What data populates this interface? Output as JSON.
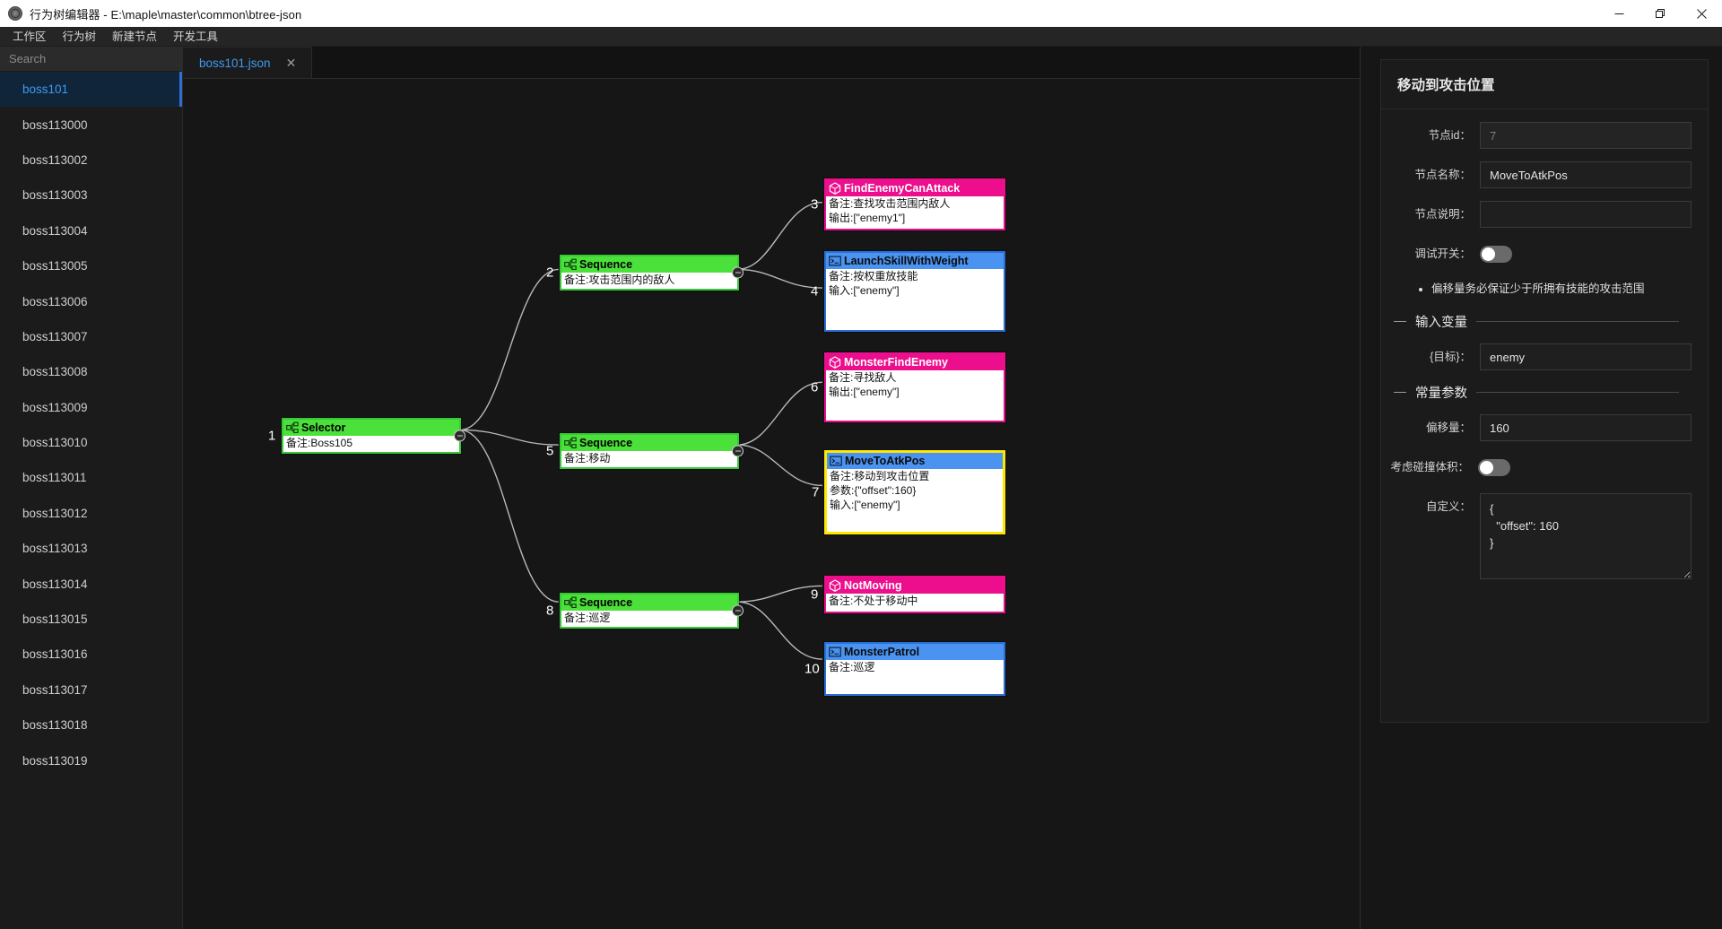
{
  "window": {
    "title": "行为树编辑器 - E:\\maple\\master\\common\\btree-json",
    "app_icon": "app-logo-icon",
    "minimize": "–",
    "maximize": "❐",
    "close": "✕"
  },
  "menubar": {
    "items": [
      {
        "label": "工作区"
      },
      {
        "label": "行为树"
      },
      {
        "label": "新建节点"
      },
      {
        "label": "开发工具"
      }
    ]
  },
  "sidebar": {
    "search": {
      "placeholder": "Search",
      "value": "",
      "icon": "search-icon"
    },
    "items": [
      {
        "label": "boss101",
        "active": true
      },
      {
        "label": "boss113000",
        "active": false
      },
      {
        "label": "boss113002",
        "active": false
      },
      {
        "label": "boss113003",
        "active": false
      },
      {
        "label": "boss113004",
        "active": false
      },
      {
        "label": "boss113005",
        "active": false
      },
      {
        "label": "boss113006",
        "active": false
      },
      {
        "label": "boss113007",
        "active": false
      },
      {
        "label": "boss113008",
        "active": false
      },
      {
        "label": "boss113009",
        "active": false
      },
      {
        "label": "boss113010",
        "active": false
      },
      {
        "label": "boss113011",
        "active": false
      },
      {
        "label": "boss113012",
        "active": false
      },
      {
        "label": "boss113013",
        "active": false
      },
      {
        "label": "boss113014",
        "active": false
      },
      {
        "label": "boss113015",
        "active": false
      },
      {
        "label": "boss113016",
        "active": false
      },
      {
        "label": "boss113017",
        "active": false
      },
      {
        "label": "boss113018",
        "active": false
      },
      {
        "label": "boss113019",
        "active": false
      }
    ]
  },
  "tabs": [
    {
      "label": "boss101.json",
      "close": "✕",
      "active": true
    }
  ],
  "tree": {
    "nodes": [
      {
        "index": "1",
        "kind": "composite",
        "icon": "composite-node-icon",
        "title": "Selector",
        "selected": false,
        "port": true,
        "lines": [
          "备注:Boss105"
        ]
      },
      {
        "index": "2",
        "kind": "composite",
        "icon": "composite-node-icon",
        "title": "Sequence",
        "selected": false,
        "port": true,
        "lines": [
          "备注:攻击范围内的敌人"
        ]
      },
      {
        "index": "3",
        "kind": "cond",
        "icon": "condition-node-icon",
        "title": "FindEnemyCanAttack",
        "selected": false,
        "port": false,
        "lines": [
          "备注:查找攻击范围内敌人",
          "输出:[\"enemy1\"]"
        ]
      },
      {
        "index": "4",
        "kind": "action",
        "icon": "action-node-icon",
        "title": "LaunchSkillWithWeight",
        "selected": false,
        "port": false,
        "lines": [
          "备注:按权重放技能",
          "输入:[\"enemy\"]"
        ]
      },
      {
        "index": "5",
        "kind": "composite",
        "icon": "composite-node-icon",
        "title": "Sequence",
        "selected": false,
        "port": true,
        "lines": [
          "备注:移动"
        ]
      },
      {
        "index": "6",
        "kind": "cond",
        "icon": "condition-node-icon",
        "title": "MonsterFindEnemy",
        "selected": false,
        "port": false,
        "lines": [
          "备注:寻找敌人",
          "输出:[\"enemy\"]"
        ]
      },
      {
        "index": "7",
        "kind": "action",
        "icon": "action-node-icon",
        "title": "MoveToAtkPos",
        "selected": true,
        "port": false,
        "lines": [
          "备注:移动到攻击位置",
          "参数:{\"offset\":160}",
          "输入:[\"enemy\"]"
        ]
      },
      {
        "index": "8",
        "kind": "composite",
        "icon": "composite-node-icon",
        "title": "Sequence",
        "selected": false,
        "port": true,
        "lines": [
          "备注:巡逻"
        ]
      },
      {
        "index": "9",
        "kind": "cond",
        "icon": "condition-node-icon",
        "title": "NotMoving",
        "selected": false,
        "port": false,
        "lines": [
          "备注:不处于移动中"
        ]
      },
      {
        "index": "10",
        "kind": "action",
        "icon": "action-node-icon",
        "title": "MonsterPatrol",
        "selected": false,
        "port": false,
        "lines": [
          "备注:巡逻"
        ]
      }
    ],
    "colors": {
      "composite_border": "#37c837",
      "composite_header": "#4ce03a",
      "condition": "#ec0e8c",
      "action_border": "#2a6fd6",
      "action_header": "#4a93f0",
      "selected_border": "#ffe800",
      "edge": "#b9b9b9"
    }
  },
  "properties": {
    "title": "移动到攻击位置",
    "node_id": {
      "label": "节点id：",
      "value": "7",
      "readonly": true
    },
    "node_name": {
      "label": "节点名称：",
      "value": "MoveToAtkPos"
    },
    "node_desc": {
      "label": "节点说明：",
      "value": ""
    },
    "debug_switch": {
      "label": "调试开关：",
      "on": false
    },
    "notes": [
      "偏移量务必保证少于所拥有技能的攻击范围"
    ],
    "input_section": {
      "label": "输入变量"
    },
    "input_fields": [
      {
        "label": "{目标}：",
        "value": "enemy"
      }
    ],
    "const_section": {
      "label": "常量参数"
    },
    "const_fields": [
      {
        "label": "偏移量：",
        "value": "160"
      }
    ],
    "collision_switch": {
      "label": "考虑碰撞体积：",
      "on": false
    },
    "custom": {
      "label": "自定义：",
      "value": "{\n  \"offset\": 160\n}"
    }
  }
}
